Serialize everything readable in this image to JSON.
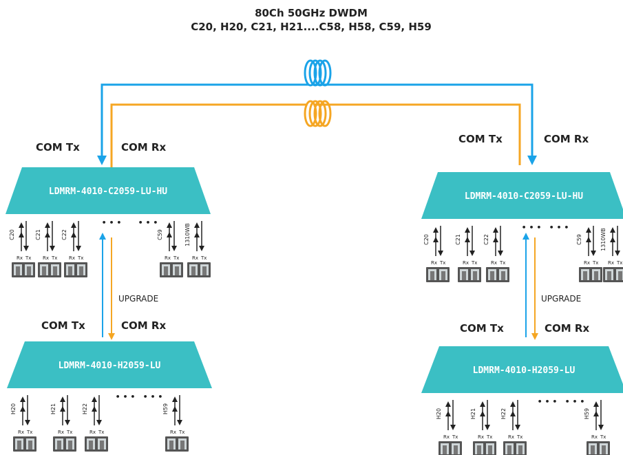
{
  "header": {
    "line1": "80Ch 50GHz DWDM",
    "line2": "C20, H20, C21, H21....C58, H58, C59, H59"
  },
  "labels": {
    "com_tx": "COM Tx",
    "com_rx": "COM Rx",
    "upgrade": "UPGRADE",
    "rx": "Rx",
    "tx": "Tx",
    "ellipsis": "• • •"
  },
  "units": {
    "upper": {
      "model": "LDMRM-4010-C2059-LU-HU",
      "channels": [
        "C20",
        "C21",
        "C22",
        "C59",
        "1310WB"
      ]
    },
    "lower": {
      "model": "LDMRM-4010-H2059-LU",
      "channels": [
        "H20",
        "H21",
        "H22",
        "H59"
      ]
    }
  },
  "colors": {
    "teal": "#3bbfc4",
    "blue": "#1aa3e8",
    "orange": "#f5a623",
    "dark": "#222222",
    "connector": "#555555"
  }
}
